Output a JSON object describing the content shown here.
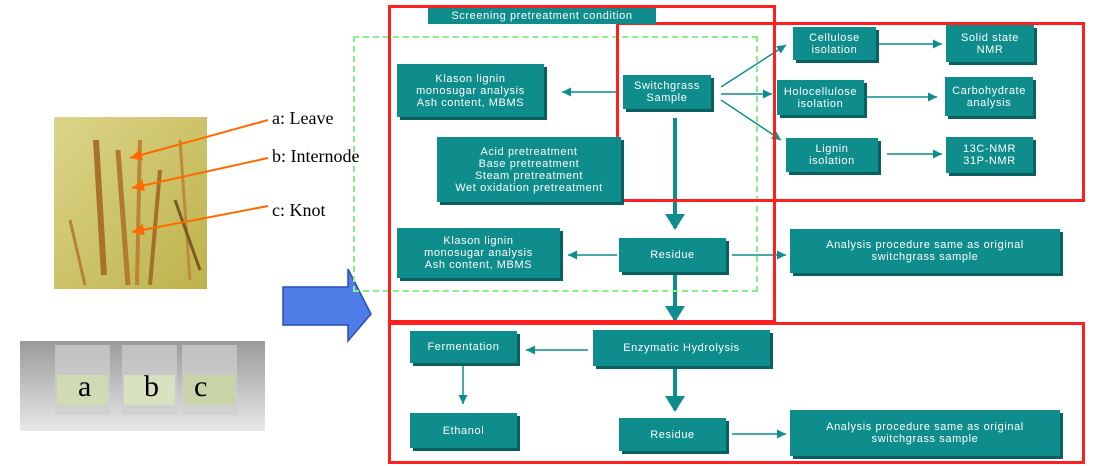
{
  "photo_labels": {
    "a": "a: Leave",
    "b": "b: Internode",
    "c": "c: Knot"
  },
  "vial_labels": {
    "a": "a",
    "b": "b",
    "c": "c"
  },
  "boxes": {
    "screening": "Screening pretreatment condition",
    "cellulose_isolation": "Cellulose\nisolation",
    "solid_state_nmr": "Solid state\nNMR",
    "klason_top": "Klason lignin\nmonosugar analysis\nAsh content, MBMS",
    "switchgrass_sample": "Switchgrass\nSample",
    "holocellulose_isolation": "Holocellulose\nisolation",
    "carbohydrate_analysis": "Carbohydrate\nanalysis",
    "pretreatments": "Acid pretreatment\nBase pretreatment\nSteam pretreatment\nWet oxidation pretreatment",
    "lignin_isolation": "Lignin\nisolation",
    "nmr_13c_31p": "13C-NMR\n31P-NMR",
    "klason_mid": "Klason lignin\nmonosugar analysis\nAsh content, MBMS",
    "residue_top": "Residue",
    "analysis_top": "Analysis procedure same as original\nswitchgrass sample",
    "fermentation": "Fermentation",
    "enzymatic_hydrolysis": "Enzymatic Hydrolysis",
    "ethanol": "Ethanol",
    "residue_bottom": "Residue",
    "analysis_bottom": "Analysis procedure same as original\nswitchgrass sample"
  },
  "colors": {
    "box": "#0f8c8c",
    "arrow": "#0f8c8c",
    "frame": "#ff1f1f",
    "dashed": "#88ee88",
    "big_arrow": "#4f7de8"
  }
}
